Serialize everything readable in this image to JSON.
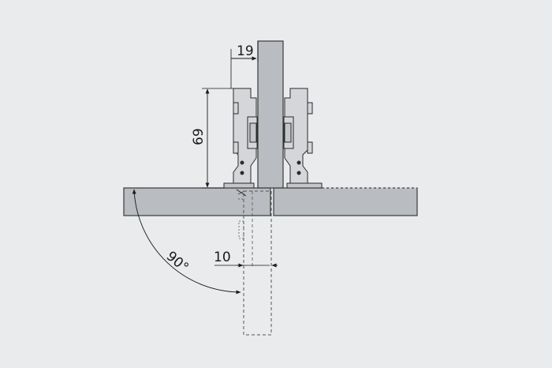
{
  "dimensions": {
    "width_label": "19",
    "height_label": "69",
    "offset_label": "10",
    "angle_label": "90°"
  },
  "colors": {
    "background": "#eaebed",
    "panel_fill": "#b9bcc0",
    "panel_stroke": "#3a3a3a",
    "hinge_fill": "#d4d6d9",
    "line": "#1a1a1a",
    "dashed": "#555555"
  }
}
